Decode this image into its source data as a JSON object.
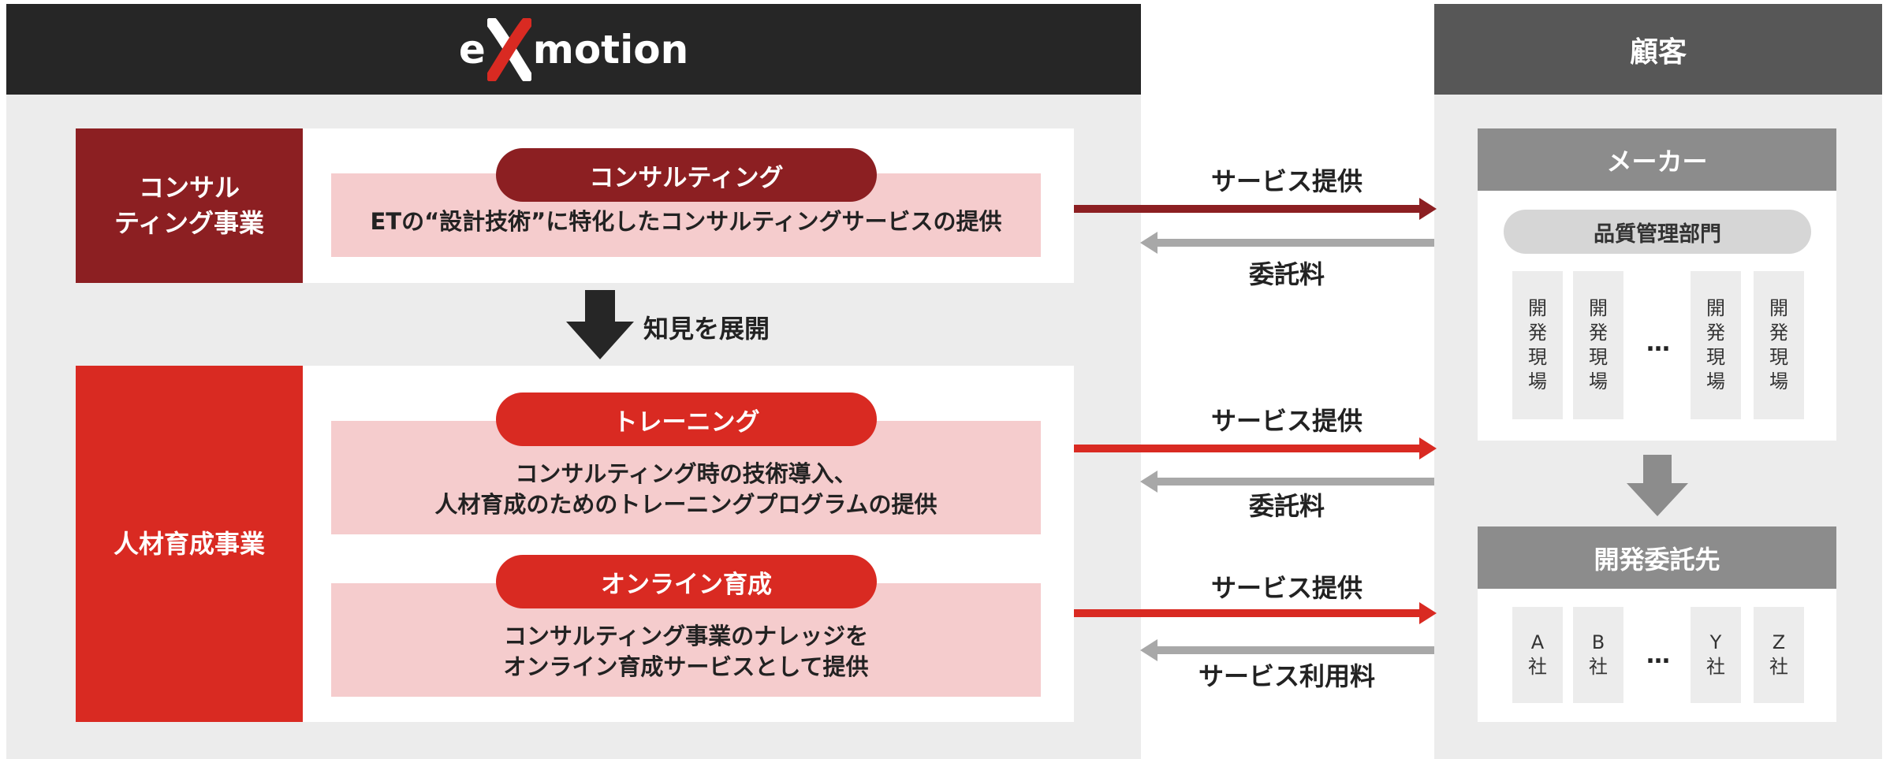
{
  "header": {
    "logo_left": "e",
    "logo_right": "motion",
    "customer_title": "顧客"
  },
  "consulting_business": {
    "label_line1": "コンサル",
    "label_line2": "ティング事業",
    "pill": "コンサルティング",
    "desc": "ETの“設計技術”に特化したコンサルティングサービスの提供"
  },
  "knowledge_arrow": {
    "label": "知見を展開"
  },
  "hr_business": {
    "label": "人材育成事業",
    "training": {
      "pill": "トレーニング",
      "desc_line1": "コンサルティング時の技術導入、",
      "desc_line2": "人材育成のためのトレーニングプログラムの提供"
    },
    "online": {
      "pill": "オンライン育成",
      "desc_line1": "コンサルティング事業のナレッジを",
      "desc_line2": "オンライン育成サービスとして提供"
    }
  },
  "flows": [
    {
      "service": "サービス提供",
      "fee": "委託料"
    },
    {
      "service": "サービス提供",
      "fee": "委託料"
    },
    {
      "service": "サービス提供",
      "fee": "サービス利用料"
    }
  ],
  "maker": {
    "title": "メーカー",
    "dept": "品質管理部門",
    "site_label": [
      "開",
      "発",
      "現",
      "場"
    ],
    "dots": "…"
  },
  "contractor": {
    "title": "開発委託先",
    "companies": [
      {
        "letter": "A",
        "suffix": "社"
      },
      {
        "letter": "B",
        "suffix": "社"
      },
      {
        "letter": "Y",
        "suffix": "社"
      },
      {
        "letter": "Z",
        "suffix": "社"
      }
    ],
    "dots": "…"
  },
  "colors": {
    "dark_red": "#8c1f22",
    "red": "#d92a22",
    "pink": "#f5cccd",
    "dark_header": "#262626",
    "customer_header": "#575757",
    "gray_header": "#8c8c8c",
    "arrow_gray": "#a8a8a8"
  }
}
